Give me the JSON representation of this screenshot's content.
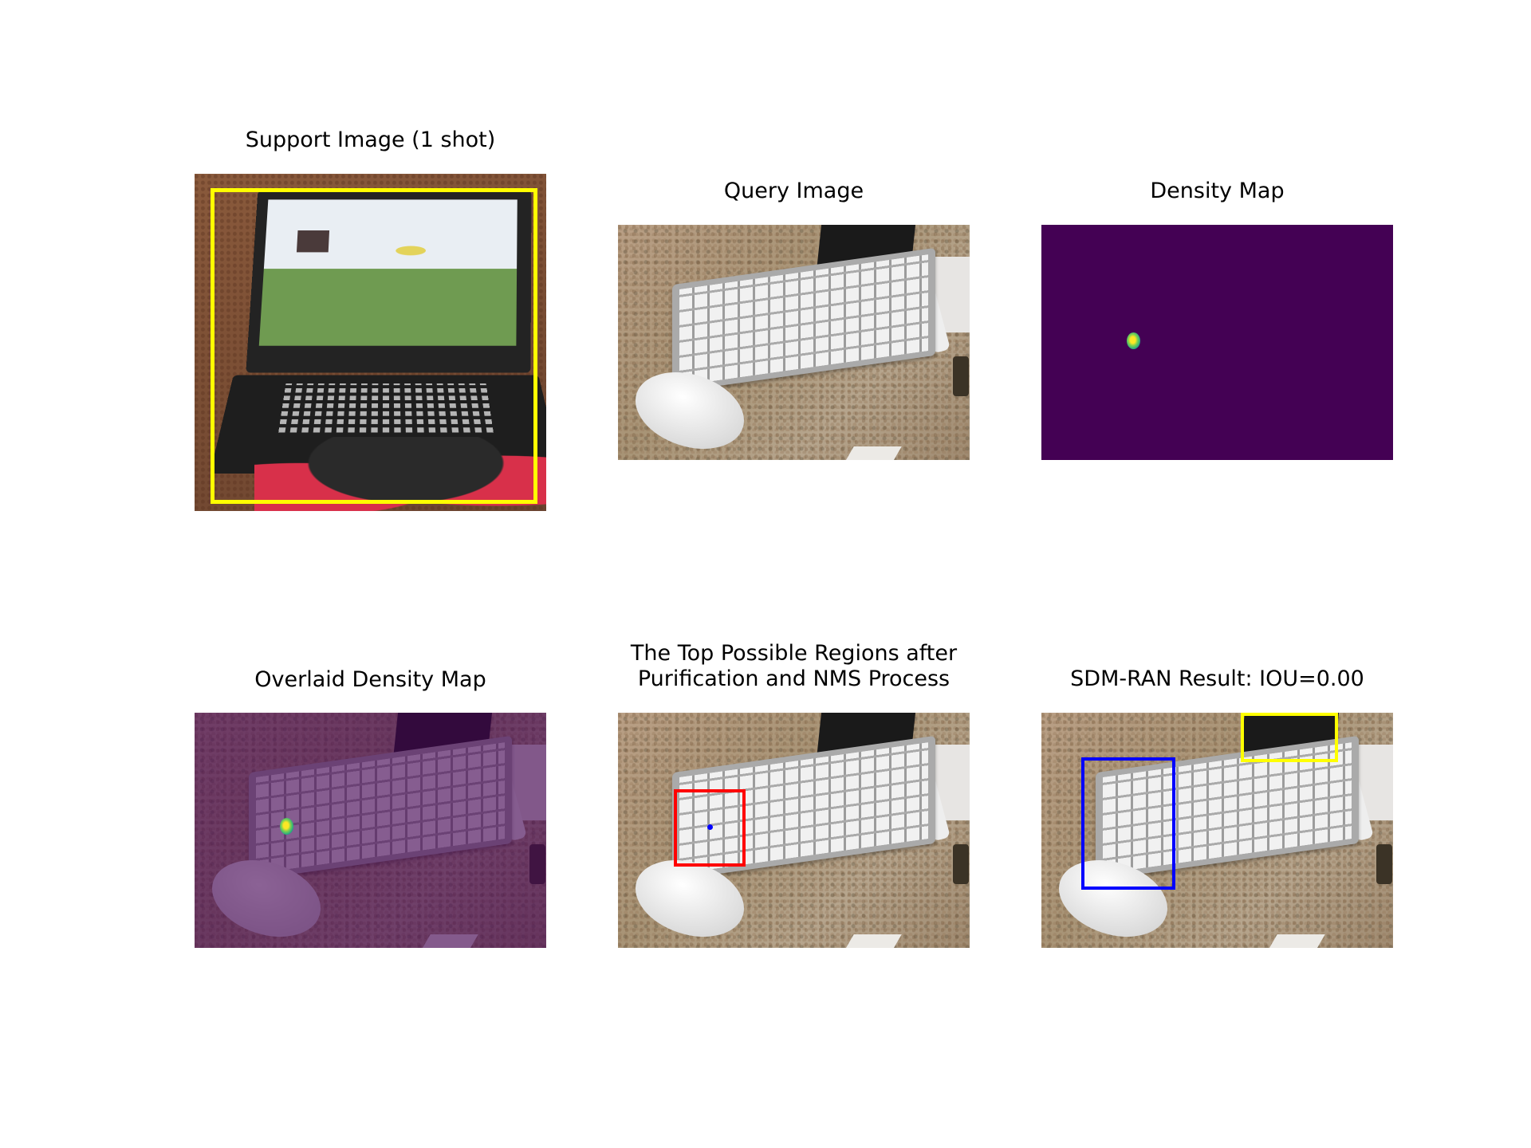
{
  "figure": {
    "panels": [
      {
        "title": "Support Image (1 shot)"
      },
      {
        "title": "Query Image"
      },
      {
        "title": "Density Map"
      },
      {
        "title": "Overlaid Density Map"
      },
      {
        "title_lines": [
          "The Top Possible Regions after",
          "Purification and NMS Process"
        ]
      },
      {
        "title": "SDM-RAN Result: IOU=0.00"
      }
    ]
  },
  "colors": {
    "support_box": "#ffff00",
    "region_box": "#ff0000",
    "prediction_box": "#0000ff",
    "ground_truth_box": "#ffff00",
    "density_background": "#440154"
  }
}
